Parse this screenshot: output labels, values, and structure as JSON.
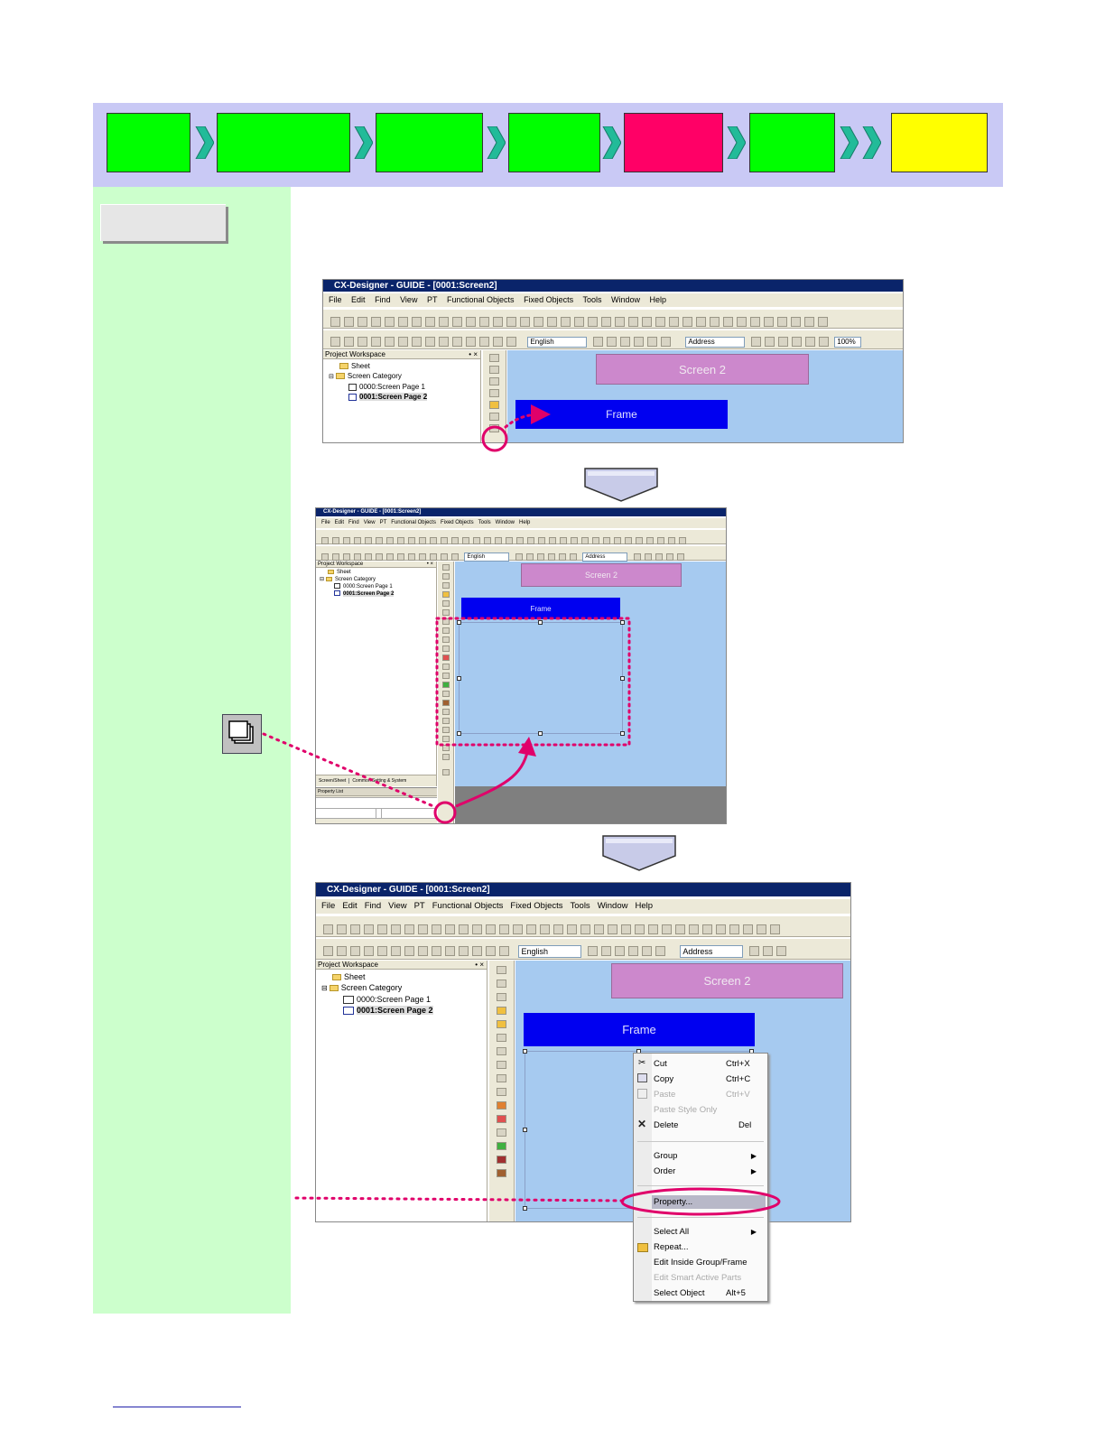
{
  "banner": {
    "steps": [
      {
        "color": "#00ff00"
      },
      {
        "color": "#00ff00"
      },
      {
        "color": "#00ff00"
      },
      {
        "color": "#00ff00"
      },
      {
        "color": "#ff0066"
      },
      {
        "color": "#00ff00"
      },
      {
        "color": "#ffff00"
      }
    ],
    "chevron_color": "#22bb99"
  },
  "colors": {
    "left_panel": "#ccffcc",
    "banner_bg": "#c9c9f5",
    "highlight": "#e0006a",
    "canvas": "#a6caf0",
    "screen_object": "#cc88cc",
    "frame_object": "#0000f0"
  },
  "app": {
    "title": "CX-Designer - GUIDE - [0001:Screen2]",
    "menu": [
      "File",
      "Edit",
      "Find",
      "View",
      "PT",
      "Functional Objects",
      "Fixed Objects",
      "Tools",
      "Window",
      "Help"
    ],
    "language_combo": "English",
    "address_combo": "Address",
    "zoom_combo": "100%",
    "workspace_title": "Project Workspace",
    "workspace_close": "• ×",
    "tree": {
      "sheet": "Sheet",
      "category": "Screen Category",
      "page1": "0000:Screen Page 1",
      "page2": "0001:Screen Page 2"
    },
    "canvas": {
      "screen_label": "Screen 2",
      "frame_label": "Frame"
    },
    "tabs": {
      "screen_sheet": "Screen/Sheet",
      "common": "Common Setting & System"
    },
    "property_list": "Property List"
  },
  "context_menu": {
    "items": [
      {
        "label": "Cut",
        "shortcut": "Ctrl+X",
        "disabled": false,
        "icon": "scissors-icon"
      },
      {
        "label": "Copy",
        "shortcut": "Ctrl+C",
        "disabled": false,
        "icon": "copy-icon"
      },
      {
        "label": "Paste",
        "shortcut": "Ctrl+V",
        "disabled": true,
        "icon": "paste-icon"
      },
      {
        "label": "Paste Style Only",
        "shortcut": "",
        "disabled": true
      },
      {
        "label": "Delete",
        "shortcut": "Del",
        "disabled": false,
        "icon": "delete-x-icon"
      },
      {
        "label": "Group",
        "shortcut": "",
        "disabled": false,
        "submenu": true
      },
      {
        "label": "Order",
        "shortcut": "",
        "disabled": false,
        "submenu": true
      },
      {
        "label": "Property...",
        "shortcut": "",
        "disabled": false,
        "highlighted": true
      },
      {
        "label": "Select All",
        "shortcut": "",
        "disabled": false,
        "submenu": true
      },
      {
        "label": "Repeat...",
        "shortcut": "",
        "disabled": false,
        "icon": "repeat-icon"
      },
      {
        "label": "Edit Inside Group/Frame",
        "shortcut": "",
        "disabled": false
      },
      {
        "label": "Edit Smart Active Parts",
        "shortcut": "",
        "disabled": true
      },
      {
        "label": "Select Object",
        "shortcut": "Alt+5",
        "disabled": false
      }
    ]
  }
}
